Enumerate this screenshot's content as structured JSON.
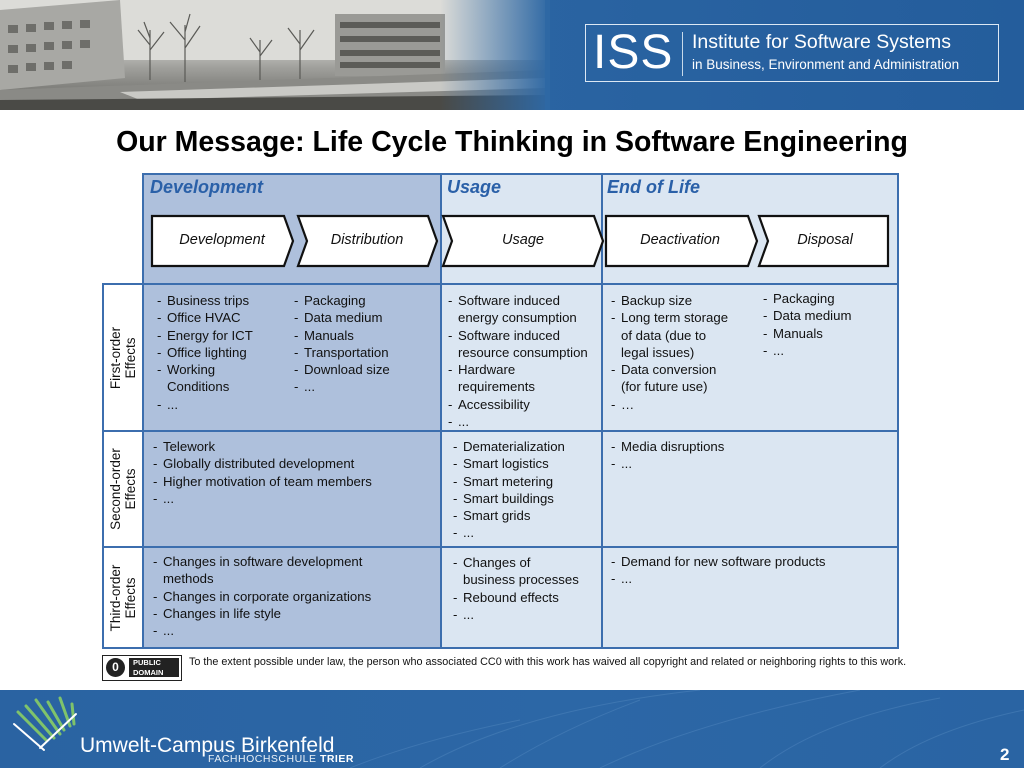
{
  "header": {
    "iss_acronym": "ISS",
    "iss_title": "Institute for Software Systems",
    "iss_subtitle": "in Business, Environment and Administration"
  },
  "slide_title": "Our Message: Life Cycle Thinking in Software Engineering",
  "phases": [
    "Development",
    "Usage",
    "End of Life"
  ],
  "process_steps": [
    "Development",
    "Distribution",
    "Usage",
    "Deactivation",
    "Disposal"
  ],
  "row_labels": {
    "first": [
      "First-order",
      "Effects"
    ],
    "second": [
      "Second-order",
      "Effects"
    ],
    "third": [
      "Third-order",
      "Effects"
    ]
  },
  "first_order": {
    "development_a": [
      "Business trips",
      "Office HVAC",
      "Energy for ICT",
      "Office lighting",
      "Working",
      "Conditions",
      "..."
    ],
    "development_b": [
      "Packaging",
      "Data medium",
      "Manuals",
      "Transportation",
      "Download size",
      "..."
    ],
    "usage": [
      "Software induced",
      "energy consumption",
      "Software induced",
      "resource consumption",
      "Hardware",
      "requirements",
      "Accessibility",
      "..."
    ],
    "eol_a": [
      "Backup size",
      "Long term storage",
      "of data (due to",
      "legal issues)",
      "Data conversion",
      "(for future use)",
      "…"
    ],
    "eol_b": [
      "Packaging",
      "Data medium",
      "Manuals",
      "..."
    ]
  },
  "second_order": {
    "development": [
      "Telework",
      "Globally distributed development",
      "Higher motivation of team members",
      "..."
    ],
    "usage": [
      "Dematerialization",
      "Smart logistics",
      "Smart metering",
      "Smart buildings",
      "Smart grids",
      "..."
    ],
    "eol": [
      "Media disruptions",
      "..."
    ]
  },
  "third_order": {
    "development": [
      "Changes in software development",
      "methods",
      "Changes in corporate organizations",
      "Changes in life style",
      "..."
    ],
    "usage": [
      "Changes of",
      "business processes",
      "Rebound effects",
      "..."
    ],
    "eol": [
      "Demand for new software products",
      "..."
    ]
  },
  "license": {
    "badge_zero": "0",
    "badge_line1": "PUBLIC",
    "badge_line2": "DOMAIN",
    "text": "To the extent possible under law, the person who associated CC0 with this work has waived all copyright and related or neighboring rights to this work."
  },
  "footer": {
    "campus": "Umwelt-Campus Birkenfeld",
    "school": "FACHHOCHSCHULE",
    "city": "TRIER",
    "page_number": "2"
  },
  "colors": {
    "primary_blue": "#2d66a4",
    "phase_dark": "#aec0dc",
    "phase_light": "#dbe6f2",
    "border_blue": "#3c6eae"
  }
}
